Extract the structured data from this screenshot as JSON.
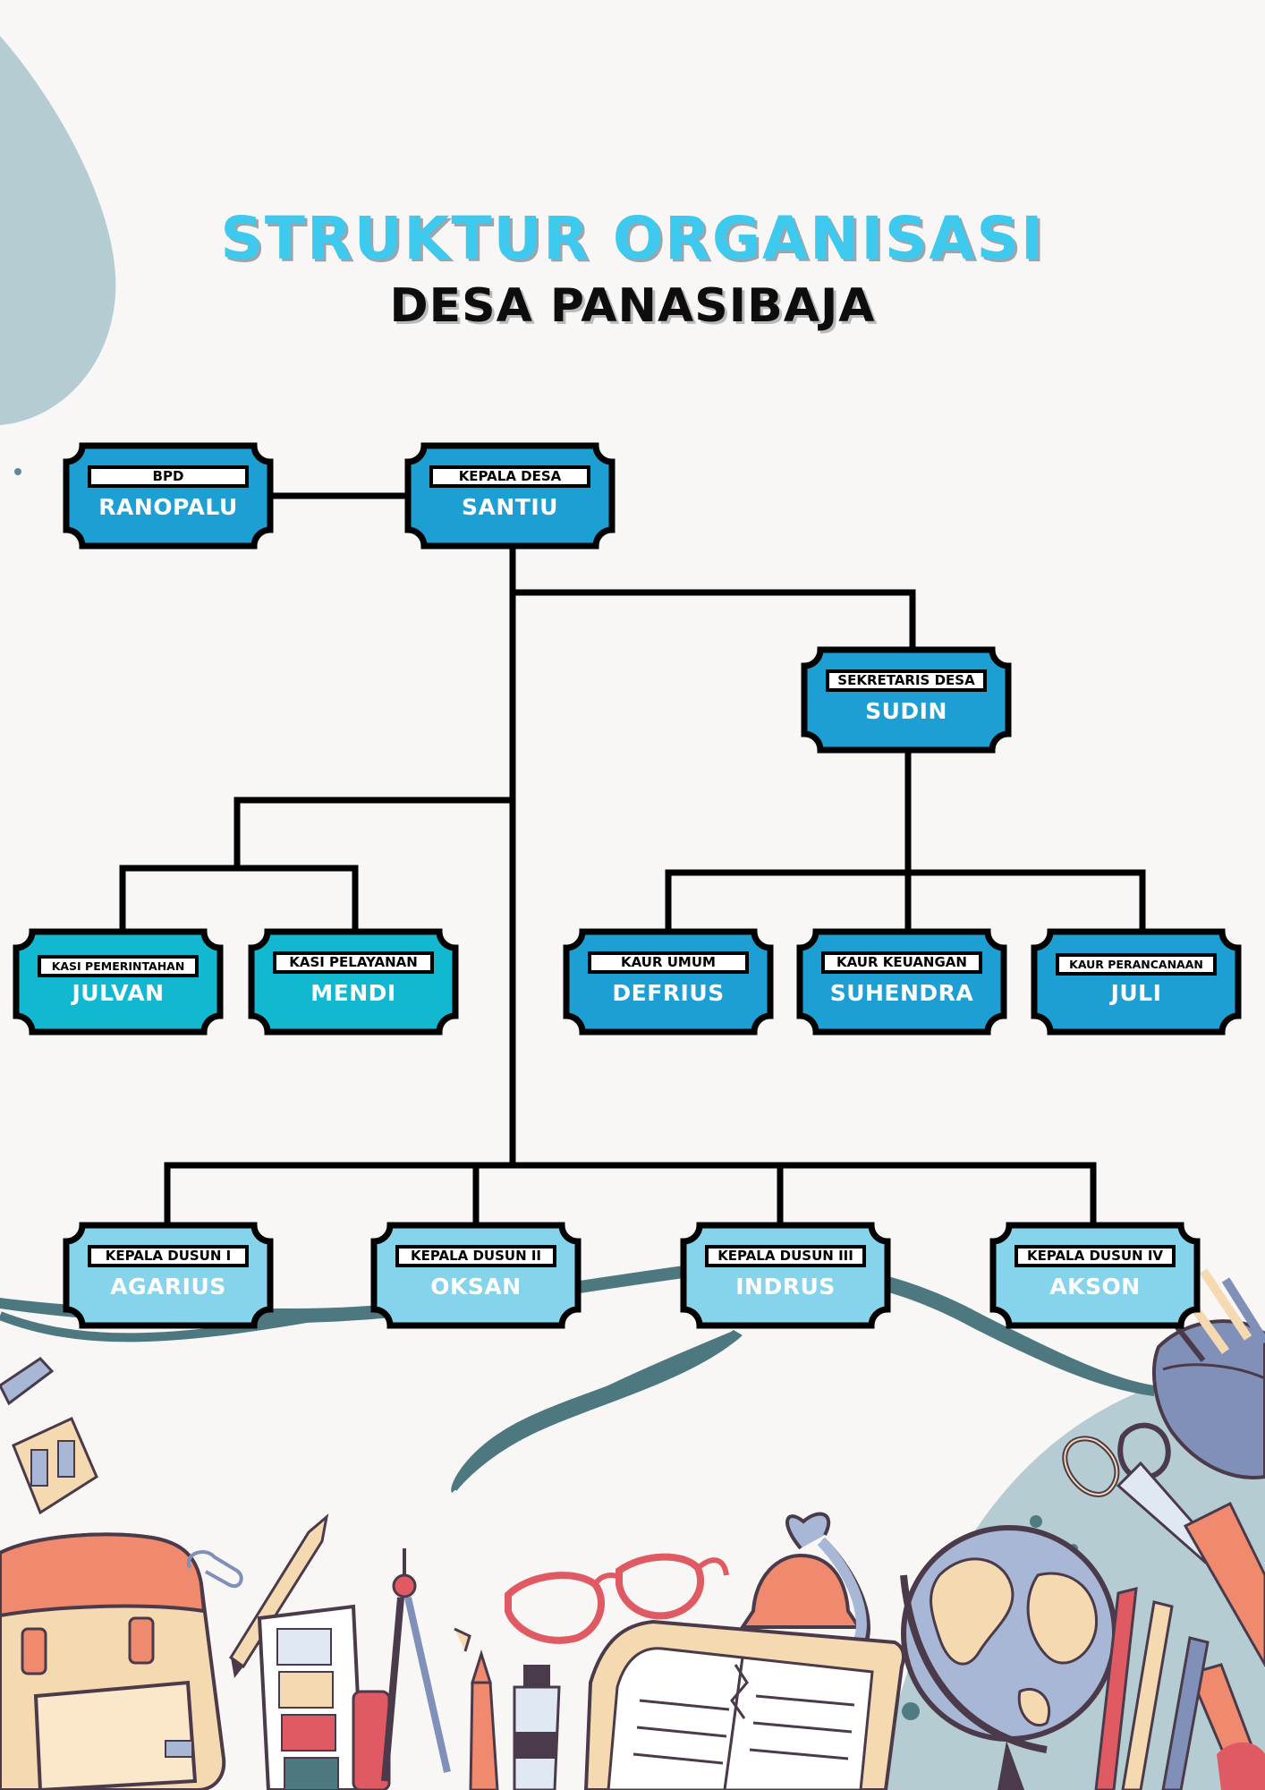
{
  "title": {
    "main": "STRUKTUR ORGANISASI",
    "sub": "DESA PANASIBAJA"
  },
  "colors": {
    "title": "#3ec9ef",
    "box_blue": "#1e9fd4",
    "box_teal": "#12b7d0",
    "box_light": "#86d3ec",
    "line": "#000000"
  },
  "nodes": {
    "bpd": {
      "role": "BPD",
      "name": "RANOPALU"
    },
    "kepala_desa": {
      "role": "KEPALA DESA",
      "name": "SANTIU"
    },
    "sekretaris": {
      "role": "SEKRETARIS DESA",
      "name": "SUDIN"
    },
    "kasi_pemerintahan": {
      "role": "KASI PEMERINTAHAN",
      "name": "JULVAN"
    },
    "kasi_pelayanan": {
      "role": "KASI PELAYANAN",
      "name": "MENDI"
    },
    "kaur_umum": {
      "role": "KAUR UMUM",
      "name": "DEFRIUS"
    },
    "kaur_keuangan": {
      "role": "KAUR KEUANGAN",
      "name": "SUHENDRA"
    },
    "kaur_perancanaan": {
      "role": "KAUR PERANCANAAN",
      "name": "JULI"
    },
    "dusun_1": {
      "role": "KEPALA DUSUN I",
      "name": "AGARIUS"
    },
    "dusun_2": {
      "role": "KEPALA DUSUN II",
      "name": "OKSAN"
    },
    "dusun_3": {
      "role": "KEPALA DUSUN III",
      "name": "INDRUS"
    },
    "dusun_4": {
      "role": "KEPALA DUSUN IV",
      "name": "AKSON"
    }
  }
}
